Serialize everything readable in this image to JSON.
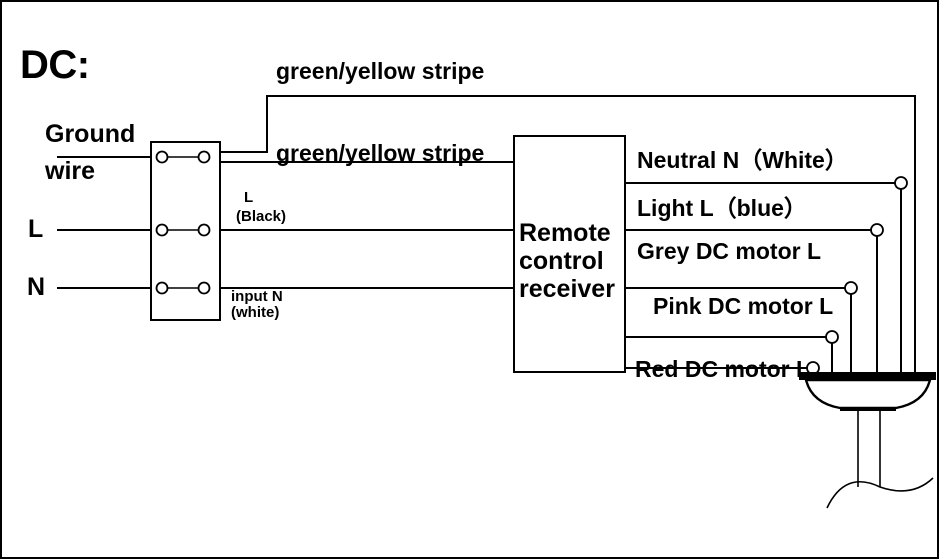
{
  "diagram": {
    "title": "DC:",
    "type": "dc-ceiling-fan-wiring-diagram",
    "colors": {
      "line": "#000000",
      "background": "#ffffff"
    },
    "inputs": {
      "ground_label_line1": "Ground",
      "ground_label_line2": "wire",
      "live_label": "L",
      "neutral_label": "N"
    },
    "terminal_block": {
      "name": "terminal-block",
      "rows": 3
    },
    "mid_labels": {
      "ground_upper": "green/yellow stripe",
      "ground_lower": "green/yellow stripe",
      "live_line1": "L",
      "live_line2": "(Black)",
      "neutral_line1": "input  N",
      "neutral_line2": "(white)"
    },
    "receiver": {
      "line1": "Remote",
      "line2": "control",
      "line3": "receiver"
    },
    "outputs": [
      {
        "label": "Neutral  N（White）",
        "name": "output-neutral-white"
      },
      {
        "label": "Light L（blue）",
        "name": "output-light-blue"
      },
      {
        "label": "Grey DC motor L",
        "name": "output-grey-dc-motor"
      },
      {
        "label": "Pink DC motor L",
        "name": "output-pink-dc-motor"
      },
      {
        "label": "Red DC motor L",
        "name": "output-red-dc-motor"
      }
    ],
    "fan": {
      "name": "ceiling-fan-assembly"
    }
  }
}
